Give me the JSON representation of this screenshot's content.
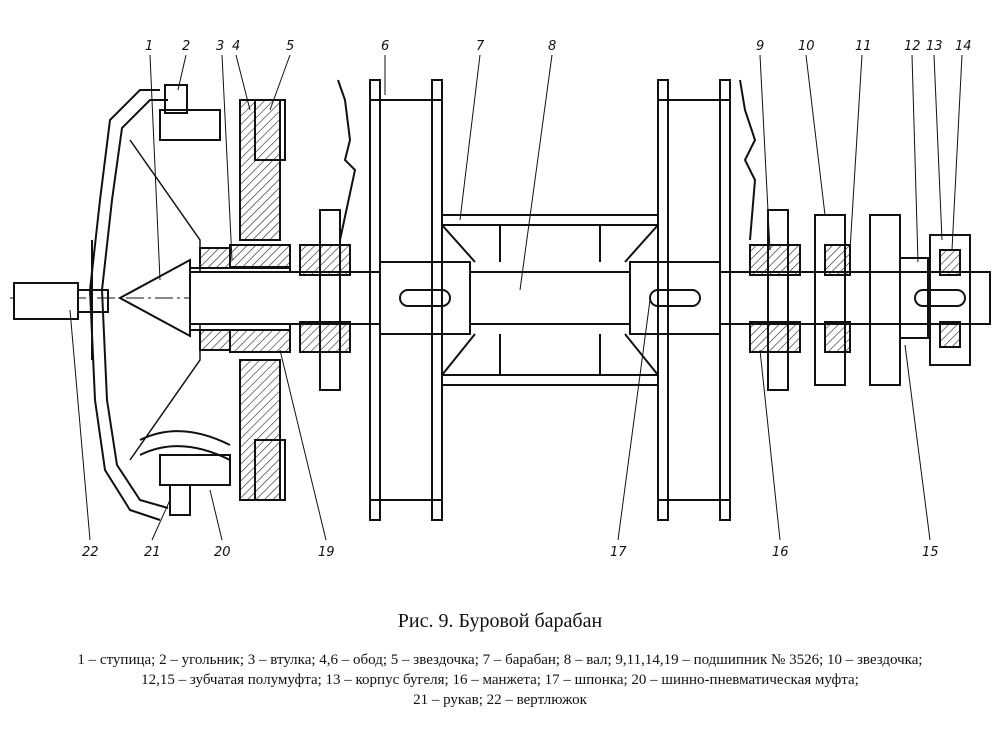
{
  "callouts": {
    "n1": "1",
    "n2": "2",
    "n3": "3",
    "n4": "4",
    "n5": "5",
    "n6": "6",
    "n7": "7",
    "n8": "8",
    "n9": "9",
    "n10": "10",
    "n11": "11",
    "n12": "12",
    "n13": "13",
    "n14": "14",
    "n15": "15",
    "n16": "16",
    "n17": "17",
    "n19": "19",
    "n20": "20",
    "n21": "21",
    "n22": "22"
  },
  "caption": "Рис. 9. Буровой барабан",
  "legend": {
    "line1": "1 – ступица; 2 – угольник; 3 – втулка; 4,6 – обод; 5 – звездочка; 7 – барабан; 8 – вал; 9,11,14,19 – подшипник № 3526; 10 – звездочка;",
    "line2": "12,15 – зубчатая полумуфта; 13 – корпус бугеля; 16 – манжета; 17 – шпонка; 20 – шинно-пневматическая муфта;",
    "line3": "21 – рукав; 22 – вертлюжок"
  }
}
